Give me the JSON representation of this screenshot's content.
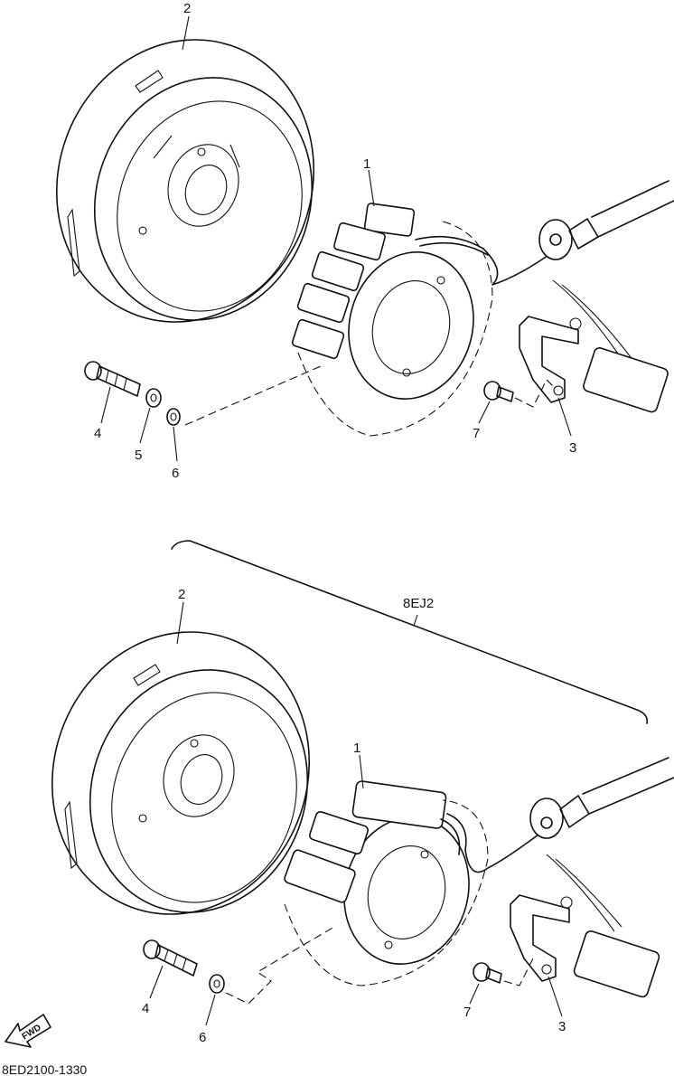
{
  "top_section": {
    "callouts": {
      "stator": "1",
      "rotor": "2",
      "pickup_coil_bracket": "3",
      "bolt": "4",
      "washer": "5",
      "washer_small": "6",
      "screw": "7"
    }
  },
  "bottom_section": {
    "variant_label": "8EJ2",
    "callouts": {
      "stator": "1",
      "rotor": "2",
      "pickup_coil_bracket": "3",
      "bolt": "4",
      "washer_small": "6",
      "screw": "7"
    }
  },
  "fwd_arrow": "FWD",
  "diagram_code": "8ED2100-1330"
}
